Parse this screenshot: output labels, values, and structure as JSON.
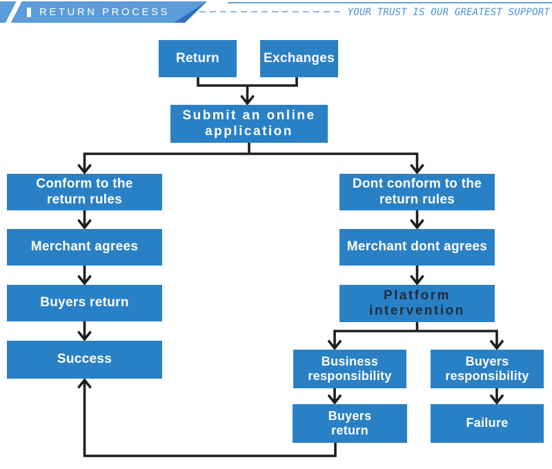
{
  "header": {
    "title": "RETURN PROCESS",
    "tagline": "YOUR TRUST IS OUR GREATEST SUPPORT"
  },
  "colors": {
    "box_blue": "#2a80c4",
    "banner_blue": "#5b9cd9",
    "banner_accent_blue": "#2f6fbe",
    "tagline_blue": "#4b90d6",
    "dashed_line_blue": "#8db9e6",
    "connector_black": "#1e1e1e",
    "platform_text_dark": "#1e2c3e",
    "box_text_white": "#ffffff"
  },
  "nodes": {
    "return": {
      "label": "Return"
    },
    "exchanges": {
      "label": "Exchanges"
    },
    "submit": {
      "label": "Submit an online\napplication"
    },
    "conform": {
      "label": "Conform to the\nreturn rules"
    },
    "merchant_agrees": {
      "label": "Merchant agrees"
    },
    "buyers_return_left": {
      "label": "Buyers return"
    },
    "success": {
      "label": "Success"
    },
    "dont_conform": {
      "label": "Dont conform to the\nreturn rules"
    },
    "merchant_dont_agrees": {
      "label": "Merchant dont agrees"
    },
    "platform": {
      "label": "Platform\nintervention"
    },
    "business_responsibility": {
      "label": "Business\nresponsibility"
    },
    "buyers_responsibility": {
      "label": "Buyers\nresponsibility"
    },
    "buyers_return_bottom": {
      "label": "Buyers\nreturn"
    },
    "failure": {
      "label": "Failure"
    }
  }
}
